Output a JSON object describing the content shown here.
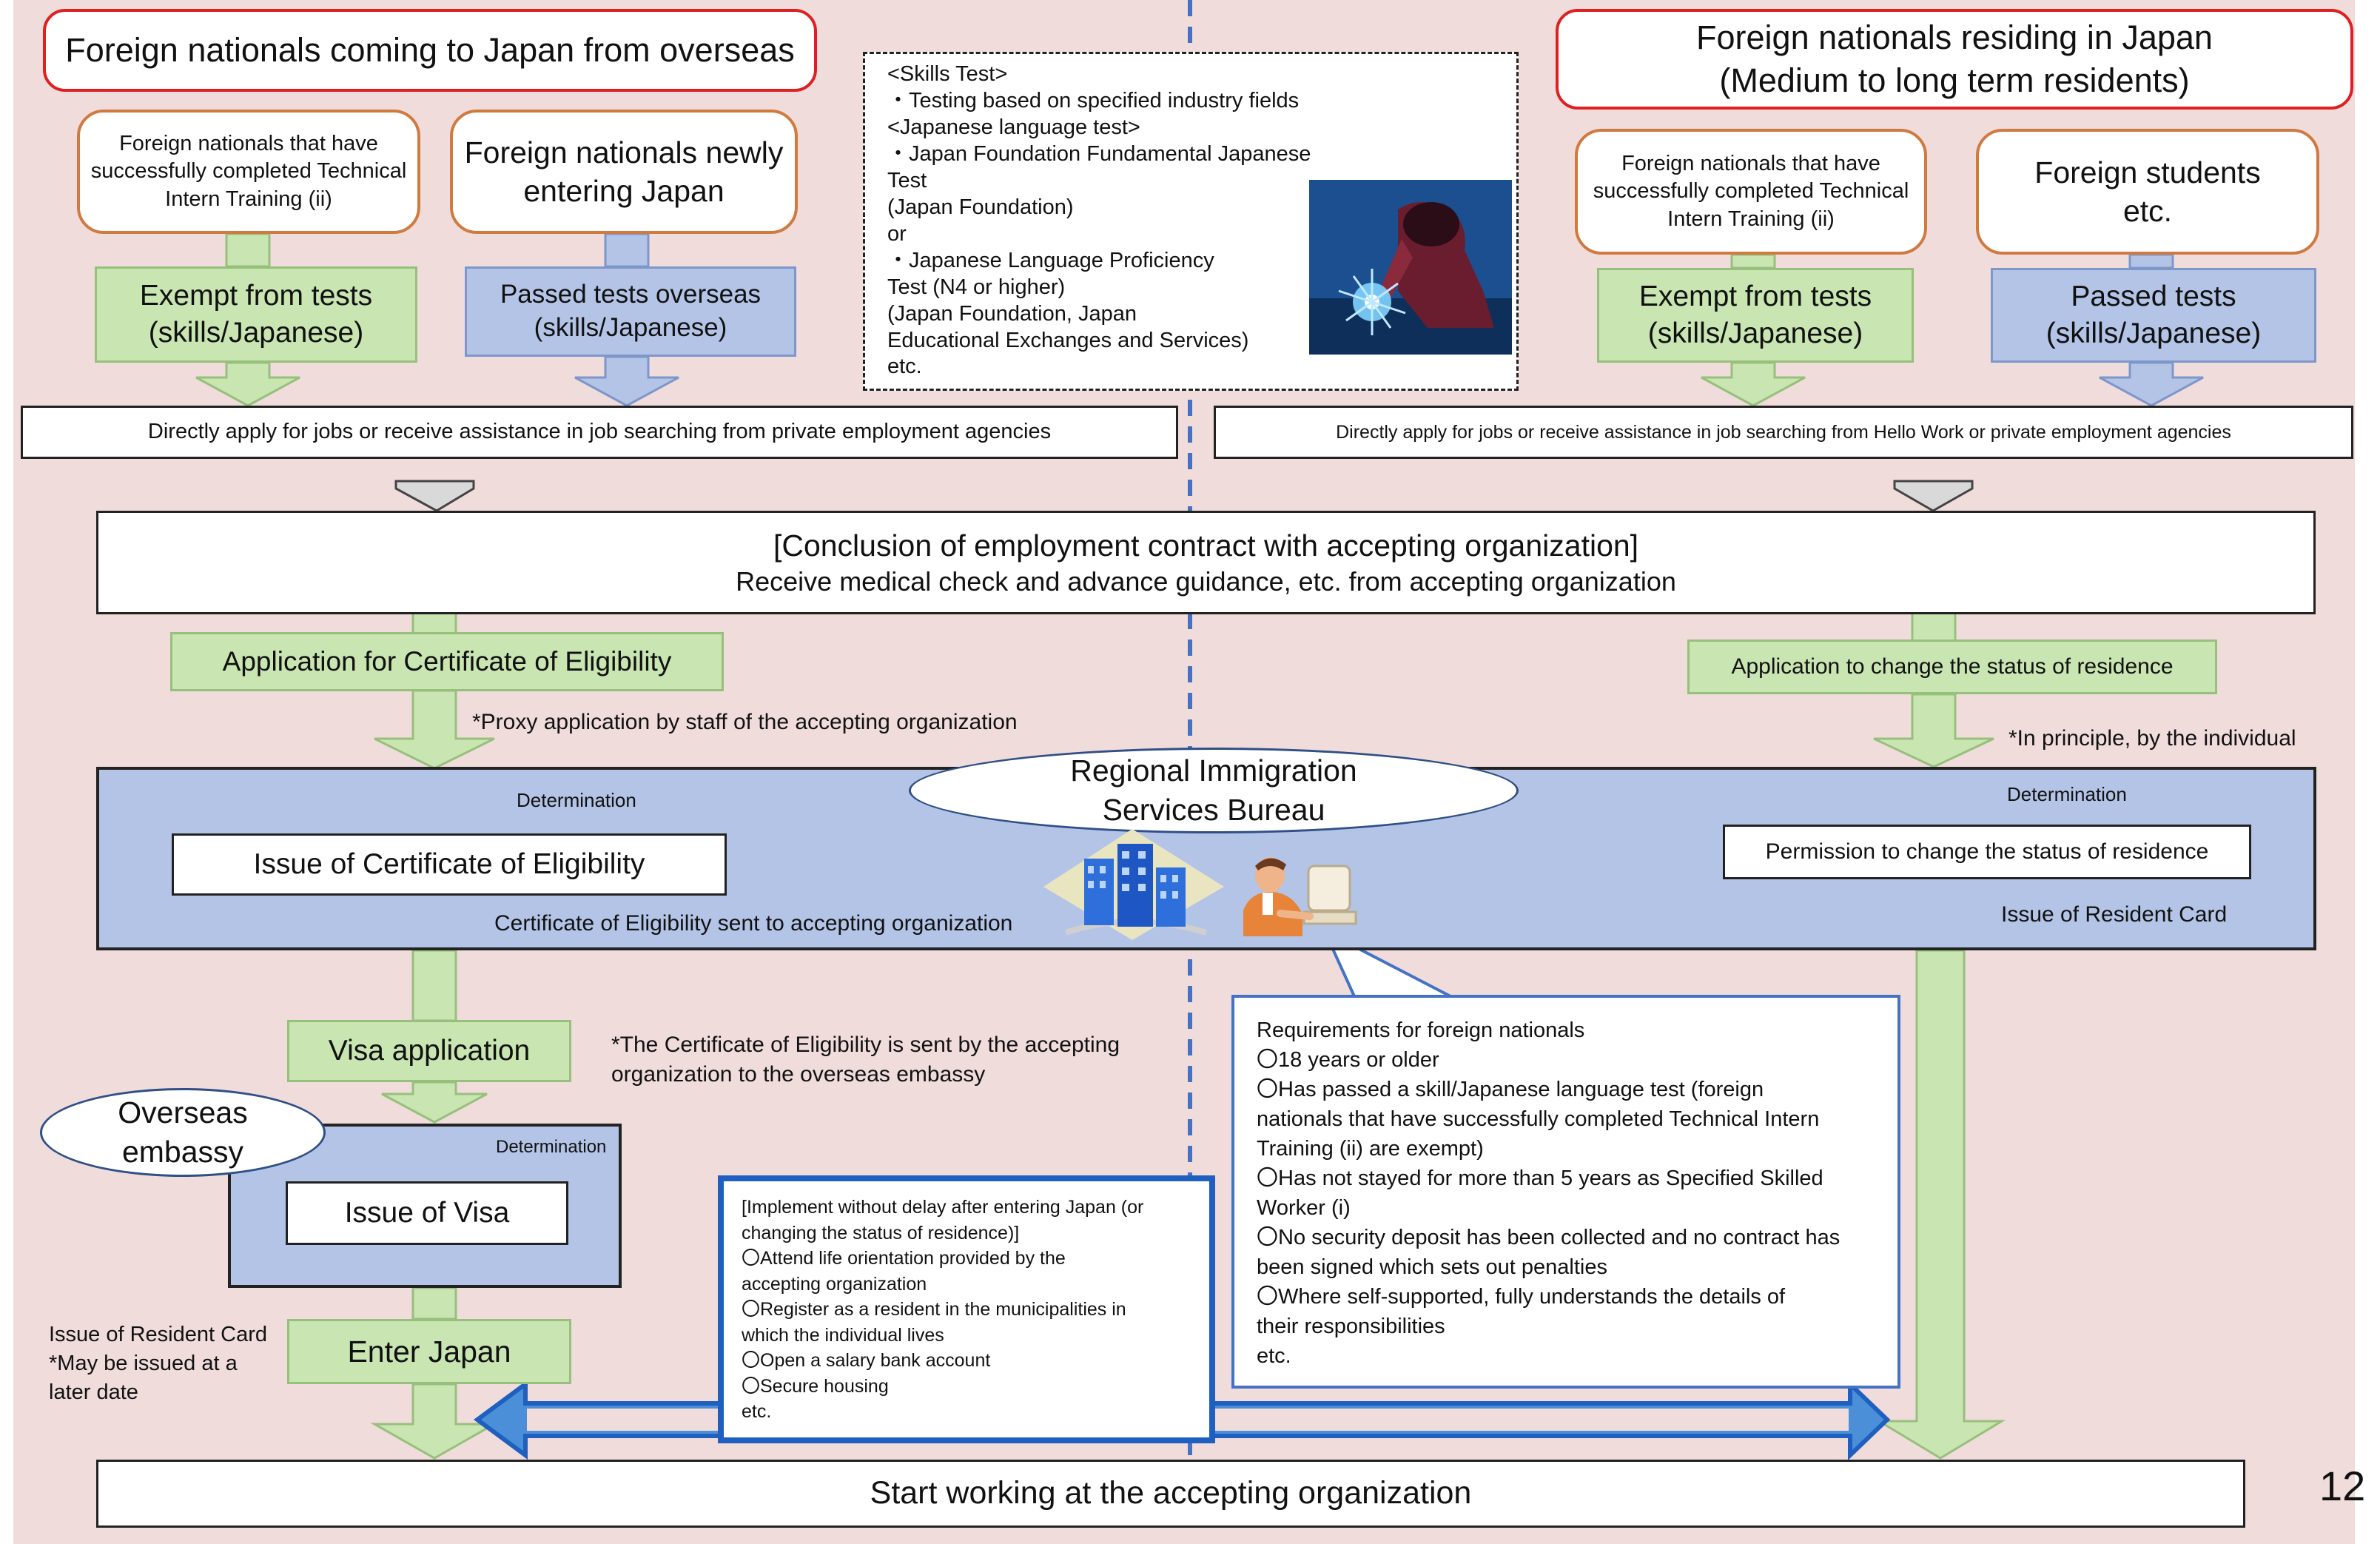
{
  "headers": {
    "left": "Foreign nationals coming to Japan from overseas",
    "right": "Foreign nationals residing in Japan\n(Medium to long term residents)"
  },
  "sources": {
    "left_trainee": "Foreign nationals that have successfully completed Technical Intern Training (ii)",
    "left_new": "Foreign nationals newly entering Japan",
    "right_trainee": "Foreign nationals that have successfully completed Technical Intern Training (ii)",
    "right_students": "Foreign students\netc."
  },
  "tests": {
    "left_exempt": "Exempt from tests\n(skills/Japanese)",
    "left_passed": "Passed tests overseas\n(skills/Japanese)",
    "right_exempt": "Exempt from tests\n(skills/Japanese)",
    "right_passed": "Passed tests\n(skills/Japanese)"
  },
  "tests_info": "<Skills Test>\n ・Testing based on specified industry fields\n<Japanese language test>\n ・Japan Foundation Fundamental Japanese Test\n   (Japan Foundation)\n          or\n ・Japanese Language Proficiency\nTest (N4 or higher)\n   (Japan Foundation, Japan\nEducational Exchanges and Services)\n      etc.",
  "job_search": {
    "left": "Directly apply for jobs or receive assistance in job searching from private employment agencies",
    "right": "Directly apply for jobs or receive assistance in job searching from Hello Work or private employment agencies"
  },
  "contract": {
    "title": "[Conclusion of employment contract with accepting organization]",
    "subtitle": "Receive medical check and advance guidance, etc. from accepting organization"
  },
  "applications": {
    "left": "Application for Certificate of Eligibility",
    "left_note": "*Proxy application by staff of the accepting organization",
    "right": "Application to change the status of residence",
    "right_note": "*In principle, by the individual"
  },
  "bureau": {
    "name": "Regional Immigration\nServices Bureau",
    "determination": "Determination",
    "issue_coe": "Issue of Certificate of Eligibility",
    "coe_sent": "Certificate of Eligibility sent to accepting organization",
    "permission": "Permission to change the status of residence",
    "resident_card": "Issue of Resident Card"
  },
  "visa": {
    "application": "Visa application",
    "note": "*The Certificate of Eligibility is sent by the accepting\norganization to the overseas embassy",
    "embassy": "Overseas\nembassy",
    "determination": "Determination",
    "issue": "Issue of Visa",
    "enter": "Enter Japan",
    "resident_card_note": "Issue of Resident Card\n*May be issued at a\nlater date"
  },
  "after_entry": "[Implement without delay after entering Japan (or\nchanging the status of residence)]\n〇Attend life orientation provided by the\naccepting organization\n〇Register as a resident in the municipalities in\nwhich the individual lives\n〇Open a salary bank account\n〇Secure housing\n   etc.",
  "requirements": "Requirements for foreign nationals\n〇18 years or older\n〇Has passed a skill/Japanese language test (foreign\nnationals that have successfully completed Technical Intern\nTraining (ii) are exempt)\n〇Has not stayed for more than 5 years as Specified Skilled\nWorker (i)\n〇No security deposit has been collected and no contract has\nbeen signed which sets out penalties\n〇Where self-supported, fully understands the details of\ntheir responsibilities\n   etc.",
  "final": "Start working at the accepting organization",
  "page_number": "12",
  "icons": [
    "welder-icon",
    "building-icon",
    "officer-icon"
  ],
  "colors": {
    "background": "#f1dcdc",
    "green": "#c9e5b2",
    "blue": "#b3c4e7",
    "red_border": "#e02020",
    "orange_border": "#d07a40",
    "divider": "#4472c4",
    "callout_border": "#1f5fbf"
  }
}
